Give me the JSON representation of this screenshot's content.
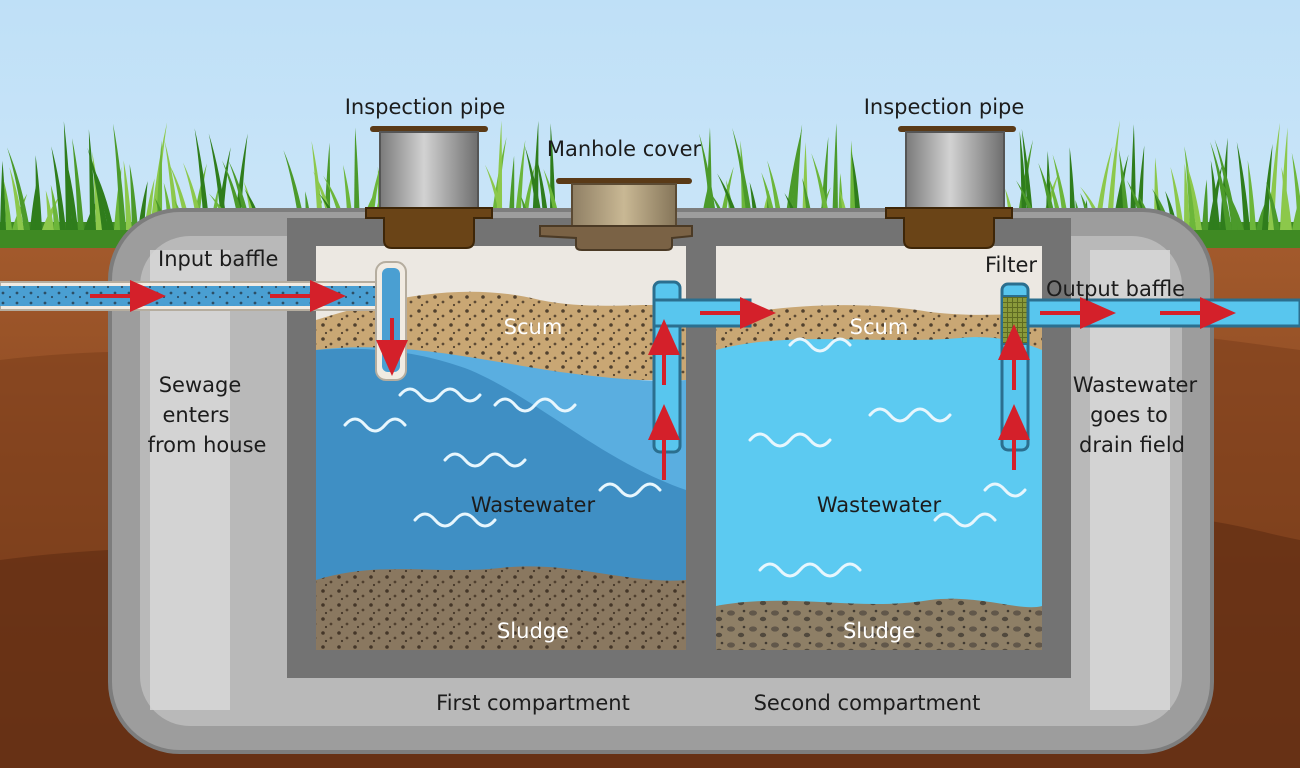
{
  "labels": {
    "inspection_pipe_left": "Inspection pipe",
    "inspection_pipe_right": "Inspection pipe",
    "manhole_cover": "Manhole cover",
    "input_baffle": "Input baffle",
    "filter": "Filter",
    "output_baffle": "Output baffle",
    "sewage_enters": [
      "Sewage",
      "enters",
      "from house"
    ],
    "wastewater_goes": [
      "Wastewater",
      "goes to",
      "drain field"
    ],
    "scum_first": "Scum",
    "scum_second": "Scum",
    "wastewater_first": "Wastewater",
    "wastewater_second": "Wastewater",
    "sludge_first": "Sludge",
    "sludge_second": "Sludge",
    "first_compartment": "First compartment",
    "second_compartment": "Second compartment"
  },
  "colors": {
    "sky": "#cfe6f6",
    "grass": "#4e9a2a",
    "soil": "#8b4a22",
    "concrete": "#9e9e9e",
    "wastewater_first": "#4f9ed3",
    "wastewater_second": "#5cc9f0",
    "scum": "#c9a774",
    "sludge": "#8e7b64",
    "pipe": "#58c6ee",
    "arrow": "#d4202a"
  }
}
